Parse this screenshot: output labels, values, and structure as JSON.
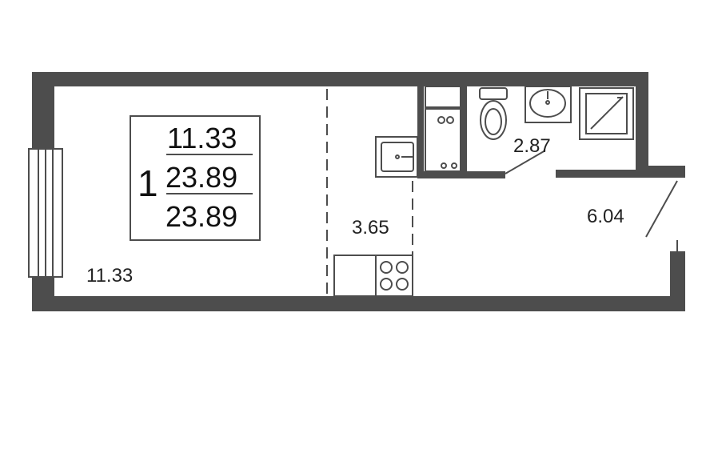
{
  "summary": {
    "rooms": "1",
    "living_area": "11.33",
    "total_area": "23.89",
    "total_area_with_balcony": "23.89"
  },
  "rooms": {
    "living_room": "11.33",
    "kitchen": "3.65",
    "bathroom": "2.87",
    "hallway": "6.04"
  },
  "colors": {
    "wall": "#4d4d4d",
    "background": "#ffffff"
  }
}
